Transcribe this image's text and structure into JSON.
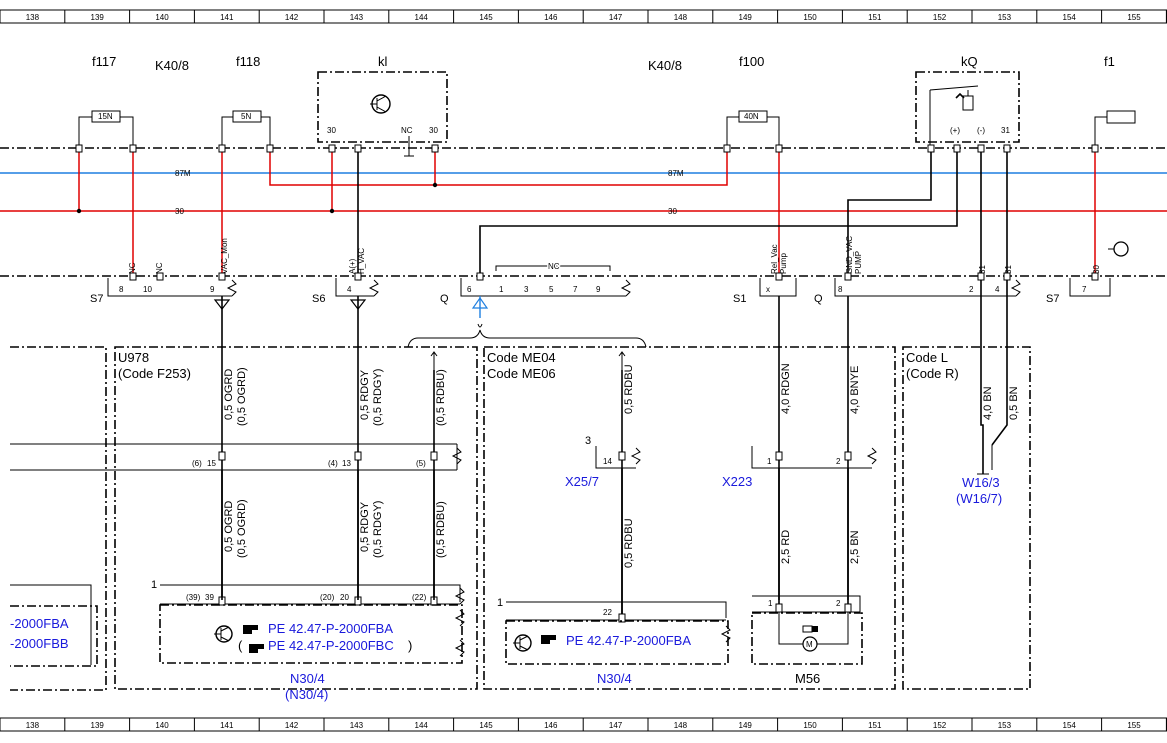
{
  "ruler": [
    "138",
    "139",
    "140",
    "141",
    "142",
    "143",
    "144",
    "145",
    "146",
    "147",
    "148",
    "149",
    "150",
    "151",
    "152",
    "153",
    "154",
    "155"
  ],
  "top_labels": {
    "f117": "f117",
    "k40_8_a": "K40/8",
    "f118": "f118",
    "kl": "kl",
    "k40_8_b": "K40/8",
    "f100": "f100",
    "kq": "kQ",
    "f1": "f1"
  },
  "fuses": {
    "f117": "15N",
    "f118": "5N",
    "f100": "40N"
  },
  "kl_pins": {
    "p30a": "30",
    "nc": "NC",
    "p30b": "30"
  },
  "kq_pins": {
    "plus": "(+)",
    "minus": "(-)",
    "p31": "31"
  },
  "buses": {
    "b87m_a": "87M",
    "b87m_b": "87M",
    "b30_a": "30",
    "b30_b": "30"
  },
  "vertical_labels": {
    "nc1": "NC",
    "nc2": "NC",
    "vac_mon": "VAC_Mon",
    "a_plus": "A(+)",
    "h_vac": "H_VAC",
    "rel_vac": "Rel_Vac",
    "pump_a": "Pump",
    "gnd_vac": "GND_VAC",
    "pump_b": "PUMP",
    "p31a": "31",
    "p31b": "31",
    "p30": "30"
  },
  "connectors": {
    "s7_left": {
      "name": "S7",
      "pins": [
        "8",
        "10",
        "9"
      ]
    },
    "s6": {
      "name": "S6",
      "pin": "4"
    },
    "q_left": {
      "name": "Q",
      "pins": [
        "6",
        "1",
        "3",
        "5",
        "7",
        "9"
      ],
      "nc": "NC"
    },
    "s1": {
      "name": "S1",
      "pin": "x"
    },
    "q_right": {
      "name": "Q",
      "pins": [
        "8",
        "2",
        "4"
      ]
    },
    "s7_right": {
      "name": "S7",
      "pin": "7"
    }
  },
  "sections": {
    "u978": "U978",
    "code_f253": "(Code F253)",
    "code_me04": "Code ME04",
    "code_me06": "Code ME06",
    "code_l": "Code L",
    "code_r": "(Code R)"
  },
  "wires": {
    "ogrd": "0,5 OGRD",
    "ogrd_alt": "(0,5 OGRD)",
    "rdgy": "0,5 RDGY",
    "rdgy_alt": "(0,5 RDGY)",
    "rdbu_alt": "(0,5 RDBU)",
    "rdbu": "0,5 RDBU",
    "rdgn": "4,0 RDGN",
    "bnye": "4,0 BNYE",
    "bn40": "4,0 BN",
    "bn05": "0,5 BN",
    "rd25": "2,5 RD",
    "bn25": "2,5 BN"
  },
  "splice_pins": {
    "p6": "(6)",
    "p15": "15",
    "p4": "(4)",
    "p13": "13",
    "p5": "(5)",
    "p39a": "(39)",
    "p39": "39",
    "p20a": "(20)",
    "p20": "20",
    "p22a": "(22)",
    "p14": "14",
    "p22": "22",
    "p3": "3",
    "p1a": "1",
    "p2a": "2",
    "p1b": "1",
    "p2b": "2",
    "p1c": "1",
    "p1d": "1"
  },
  "components": {
    "x25_7": "X25/7",
    "x223": "X223",
    "w16_3": "W16/3",
    "w16_7": "(W16/7)",
    "n30_4_a": "N30/4",
    "n30_4_b": "(N30/4)",
    "n30_4_c": "N30/4",
    "m56": "M56",
    "motor": "M"
  },
  "references": {
    "left_a": "-2000FBA",
    "left_b": "-2000FBB",
    "ref_fba": "PE 42.47-P-2000FBA",
    "ref_fbc": "PE 42.47-P-2000FBC",
    "ref_fba2": "PE 42.47-P-2000FBA",
    "open_paren": "(",
    "close_paren": ")"
  },
  "colors": {
    "red_wire": "#e00000",
    "blue_wire": "#1f7fe0",
    "ref_text": "#1a1adc"
  },
  "icon_names": [
    "transistor-icon",
    "relay-icon",
    "motor-icon",
    "ground-icon",
    "manual-pointer-icon"
  ]
}
